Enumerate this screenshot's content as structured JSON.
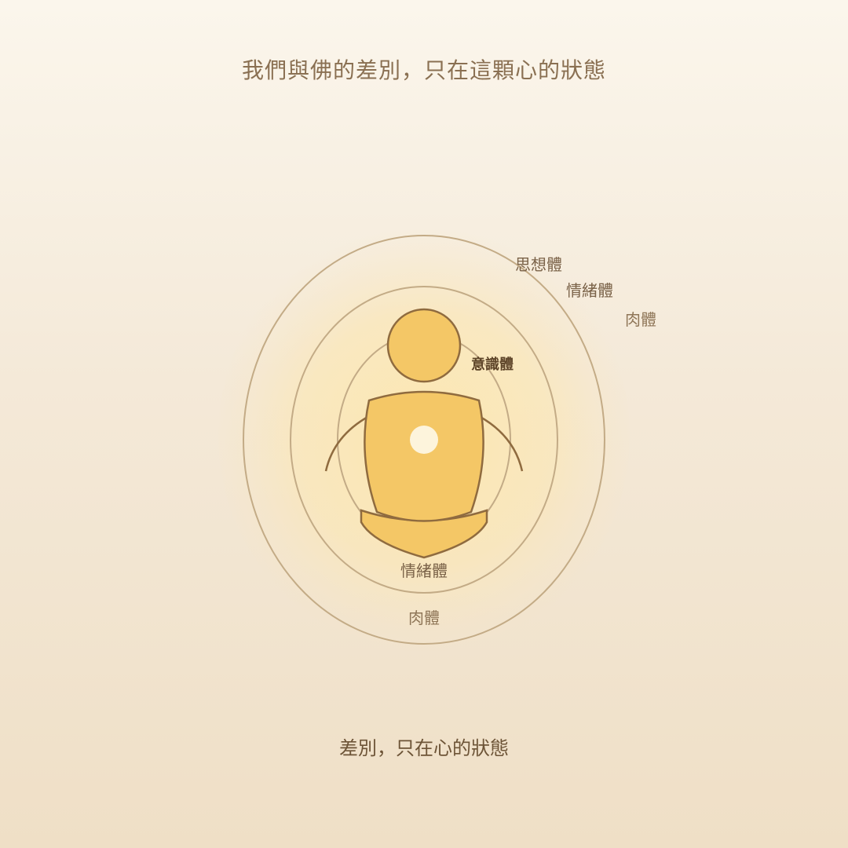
{
  "title": "我們與佛的差別，只在這顆心的狀態",
  "caption": "差別，只在心的狀態",
  "diagram": {
    "labels": {
      "thought_body": "思想體",
      "emotion_body_outer": "情緒體",
      "physical_body_outer": "肉體",
      "consciousness_body": "意識體",
      "emotion_body_inner": "情緒體",
      "physical_body_inner": "肉體"
    },
    "colors": {
      "ring_stroke": "#c3ab86",
      "figure_fill": "#f4c766",
      "figure_stroke": "#8f6b3f",
      "heart_light": "#fdf4dc",
      "glow": "#fbe3a6"
    }
  }
}
